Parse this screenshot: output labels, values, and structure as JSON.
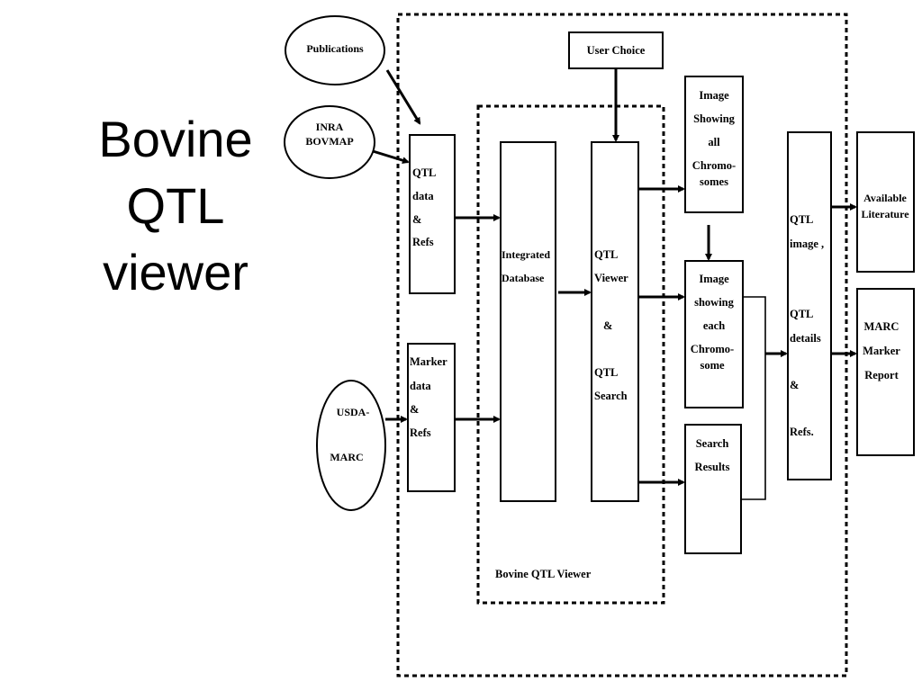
{
  "title_lines": [
    "Bovine",
    "QTL",
    "viewer"
  ],
  "sources": {
    "publications": "Publications",
    "inra": [
      "INRA",
      "BOVMAP"
    ],
    "usda": [
      "USDA-",
      "MARC"
    ]
  },
  "user_choice": "User Choice",
  "qtl_data": [
    "QTL",
    "data",
    "&",
    "Refs"
  ],
  "marker_data": [
    "Marker",
    "data",
    "&",
    "Refs"
  ],
  "integrated_db": [
    "Integrated",
    "Database"
  ],
  "qtl_viewer": [
    "QTL",
    "Viewer",
    "&",
    "QTL",
    "Search"
  ],
  "bovine_viewer_label": "Bovine QTL Viewer",
  "image_all": [
    "Image",
    "Showing",
    "all",
    "Chromo-",
    "somes"
  ],
  "image_each": [
    "Image",
    "showing",
    "each",
    "Chromo-",
    "some"
  ],
  "search_results": [
    "Search",
    "Results"
  ],
  "qtl_image": [
    "QTL",
    "image ,",
    "QTL",
    "details",
    "&",
    "Refs."
  ],
  "available_lit": [
    "Available",
    "Literature"
  ],
  "marc_report": [
    "MARC",
    "Marker",
    "Report"
  ]
}
